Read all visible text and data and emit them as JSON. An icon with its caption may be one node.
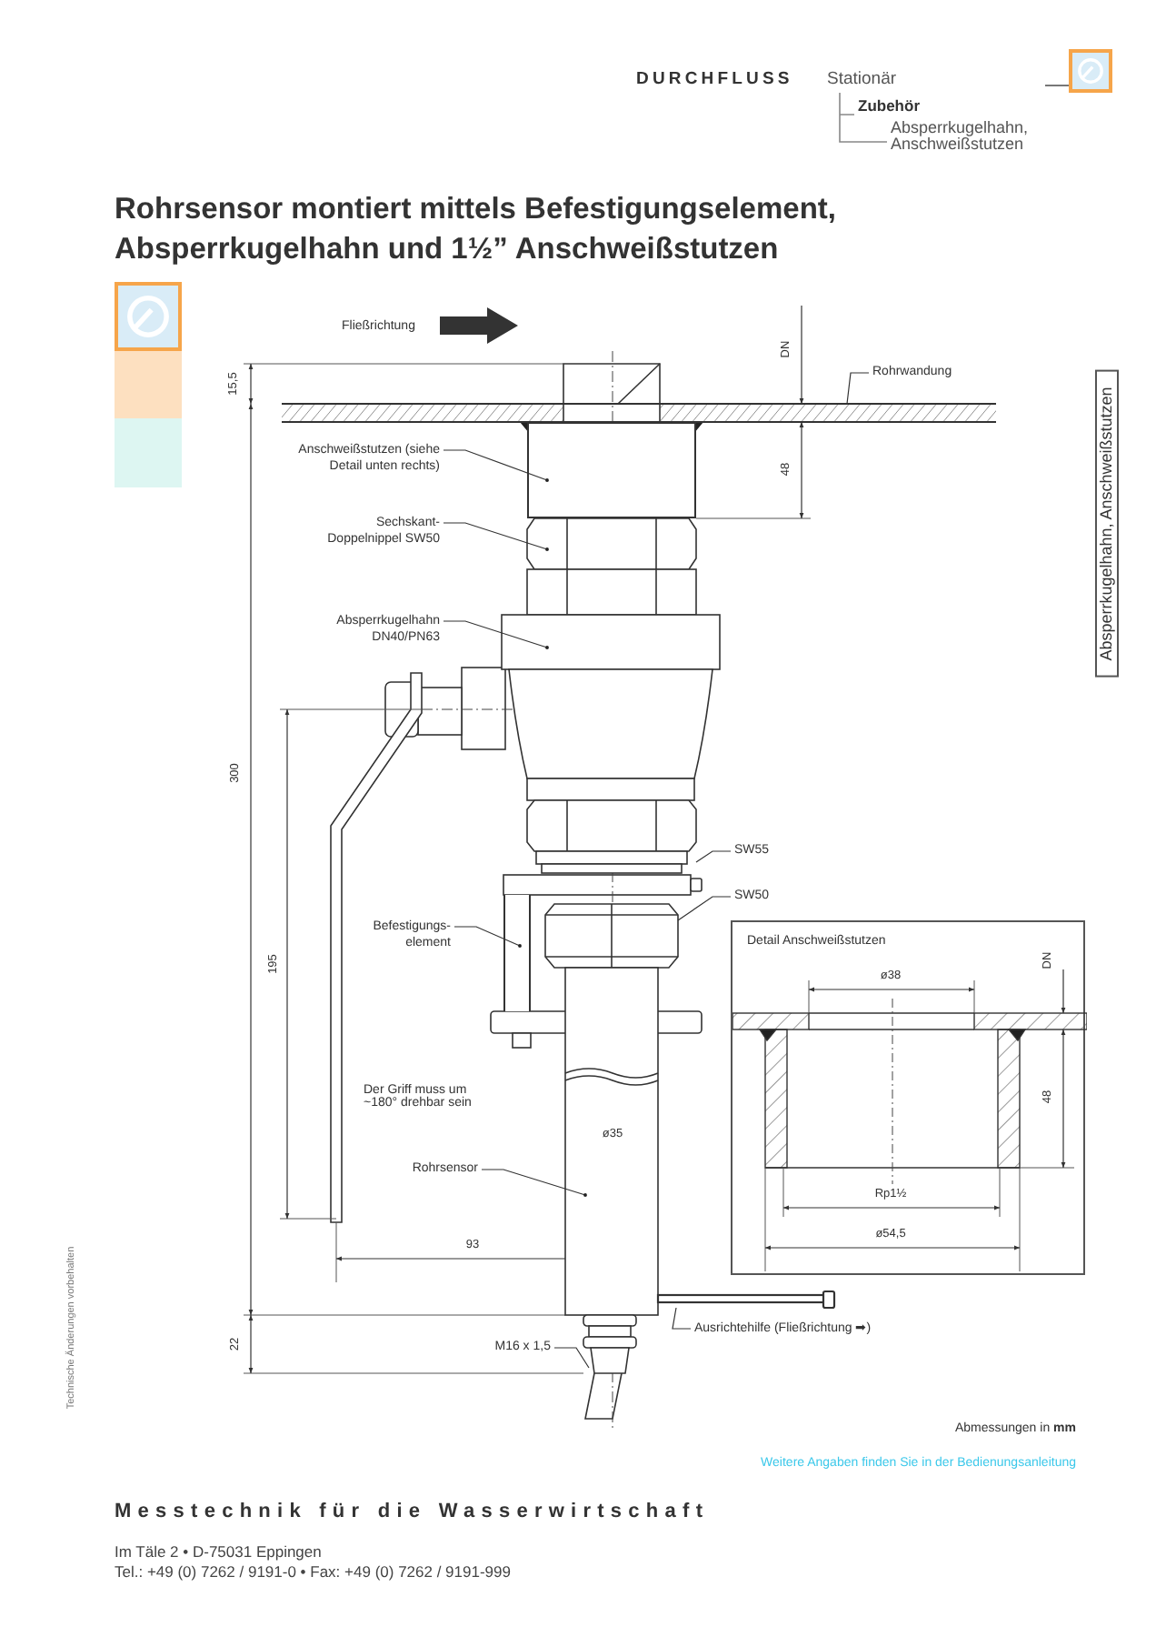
{
  "diagram": {
    "title": "Rohrsensor montiert mittels Befestigungselement, Absperrkugelhahn und 1½” Anschweißstutzen",
    "nodes": [
      {
        "text": [
          "Anschweißstutzen (siehe Detail unten rechts)"
        ]
      },
      {
        "text": [],
        "shape": "box"
      },
      {
        "text": [
          "Sechskant- Doppelnippel SW50"
        ]
      },
      {
        "text": [],
        "shape": "box"
      },
      {
        "text": [
          "Absperrkugelhahn DN40/PN63"
        ]
      },
      {
        "text": [],
        "shape": "box"
      },
      {
        "text": [
          "SW55"
        ]
      },
      {
        "text": [],
        "shape": "box"
      },
      {
        "text": [
          "SW50"
        ]
      },
      {
        "text": [],
        "shape": "box"
      },
      {
        "text": [
          "Befestigungs- element"
        ]
      },
      {
        "text": [],
        "shape": "bar"
      },
      {
        "text": [
          "Rohrsensor"
        ]
      },
      {
        "text": [],
        "shape": "box"
      },
      {
        "text": [
          "Ausrichtehilfe (Fließrichtung ➡)"
        ]
      },
      {
        "text": [],
        "shape": "bar"
      },
      {
        "text": [
          "M16 x 1,5"
        ]
      },
      {
        "text": [],
        "shape": "box"
      },
      {
        "text": [
          "Rohrwandung"
        ]
      },
      {
        "text": [],
        "shape": "bar"
      },
      {
        "text": [
          "Detail Anschweißstutzen"
        ]
      }
    ],
    "edges": [
      {
        "from": 0,
        "to": 1,
        "arrow": "other"
      },
      {
        "from": 2,
        "to": 3,
        "arrow": "other"
      },
      {
        "from": 4,
        "to": 5,
        "arrow": "other"
      },
      {
        "from": 6,
        "to": 7,
        "arrow": "none"
      },
      {
        "from": 8,
        "to": 9,
        "arrow": "none"
      },
      {
        "from": 10,
        "to": 11,
        "arrow": "other"
      },
      {
        "from": 12,
        "to": 13,
        "arrow": "other"
      },
      {
        "from": 14,
        "to": 15,
        "arrow": "none"
      },
      {
        "from": 16,
        "to": 17,
        "arrow": "none"
      },
      {
        "from": 18,
        "to": 19,
        "arrow": "none"
      }
    ],
    "labels": [
      "DURCHFLUSS",
      "Stationär",
      "Zubehör",
      "Absperrkugelhahn, Anschweißstutzen",
      "Absperrkugelhahn, Anschweißstutzen",
      "Fließrichtung",
      "15,5",
      "DN",
      "48",
      "300",
      "195",
      "Der Griff muss um ~180° drehbar sein",
      "ø35",
      "93",
      "22",
      "DN",
      "ø38",
      "48",
      "Rp1½",
      "ø54,5",
      "Abmessungen in **mm**",
      "Weitere Angaben finden Sie in der Bedienungsanleitung",
      "Messtechnik für die Wasserwirtschaft",
      "Im Täle 2 • D-75031 Eppingen",
      "Tel.: +49 (0) 7262 / 9191-0 • Fax: +49 (0) 7262 / 9191-999",
      "Technische Änderungen vorbehalten"
    ]
  }
}
